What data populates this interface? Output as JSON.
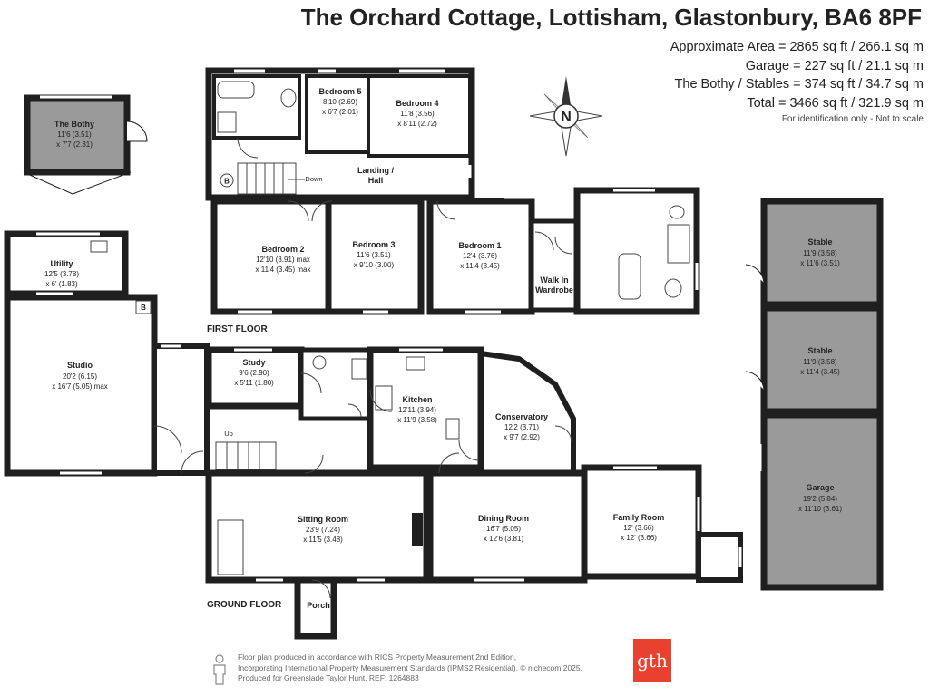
{
  "title": "The Orchard Cottage, Lottisham, Glastonbury, BA6 8PF",
  "areas": [
    "Approximate Area = 2865 sq ft / 266.1 sq m",
    "Garage = 227 sq ft / 21.1 sq m",
    "The Bothy / Stables = 374 sq ft / 34.7 sq m",
    "Total = 3466 sq ft / 321.9 sq m"
  ],
  "disclaimer": "For identification only - Not to scale",
  "compass_letter": "N",
  "floor_labels": {
    "first": "FIRST FLOOR",
    "ground": "GROUND FLOOR"
  },
  "rooms": {
    "bothy": {
      "name": "The Bothy",
      "l1": "11'6 (3.51)",
      "l2": "x 7'7 (2.31)"
    },
    "utility": {
      "name": "Utility",
      "l1": "12'5 (3.78)",
      "l2": "x 6' (1.83)"
    },
    "studio": {
      "name": "Studio",
      "l1": "20'2 (6.15)",
      "l2": "x 16'7 (5.05) max"
    },
    "bedroom5": {
      "name": "Bedroom 5",
      "l1": "8'10 (2.69)",
      "l2": "x 6'7 (2.01)"
    },
    "bedroom4": {
      "name": "Bedroom 4",
      "l1": "11'8 (3.56)",
      "l2": "x 8'11 (2.72)"
    },
    "landing": {
      "name": "Landing /",
      "l1": "Hall"
    },
    "down": "Down",
    "bedroom2": {
      "name": "Bedroom 2",
      "l1": "12'10 (3.91) max",
      "l2": "x 11'4 (3.45) max"
    },
    "bedroom3": {
      "name": "Bedroom 3",
      "l1": "11'6 (3.51)",
      "l2": "x 9'10 (3.00)"
    },
    "bedroom1": {
      "name": "Bedroom 1",
      "l1": "12'4 (3.76)",
      "l2": "x 11'4 (3.45)"
    },
    "walkin": {
      "name": "Walk In",
      "l1": "Wardrobe"
    },
    "study": {
      "name": "Study",
      "l1": "9'6 (2.90)",
      "l2": "x 5'11 (1.80)"
    },
    "kitchen": {
      "name": "Kitchen",
      "l1": "12'11 (3.94)",
      "l2": "x 11'9 (3.58)"
    },
    "conservatory": {
      "name": "Conservatory",
      "l1": "12'2 (3.71)",
      "l2": "x 9'7 (2.92)"
    },
    "up": "Up",
    "sitting": {
      "name": "Sitting Room",
      "l1": "23'9 (7.24)",
      "l2": "x 11'5 (3.48)"
    },
    "dining": {
      "name": "Dining Room",
      "l1": "16'7 (5.05)",
      "l2": "x 12'6 (3.81)"
    },
    "family": {
      "name": "Family Room",
      "l1": "12' (3.66)",
      "l2": "x 12' (3.66)"
    },
    "porch": {
      "name": "Porch"
    },
    "stable1": {
      "name": "Stable",
      "l1": "11'9 (3.58)",
      "l2": "x 11'6 (3.51)"
    },
    "stable2": {
      "name": "Stable",
      "l1": "11'9 (3.58)",
      "l2": "x 11'4 (3.45)"
    },
    "garage": {
      "name": "Garage",
      "l1": "19'2 (5.84)",
      "l2": "x 11'10 (3.61)"
    },
    "boiler": "B"
  },
  "footer_lines": [
    "Floor plan produced in accordance with RICS Property Measurement 2nd Edition,",
    "Incorporating International Property Measurement Standards (IPMS2 Residential).  © nichecom 2025.",
    "Produced for Greenslade Taylor Hunt.   REF:  1264883"
  ],
  "logo_text": "gth",
  "colors": {
    "wall": "#1f1f1f",
    "outbuilding_fill": "#9a9a9a",
    "room_fill": "#ffffff",
    "logo": "#e8422e"
  }
}
